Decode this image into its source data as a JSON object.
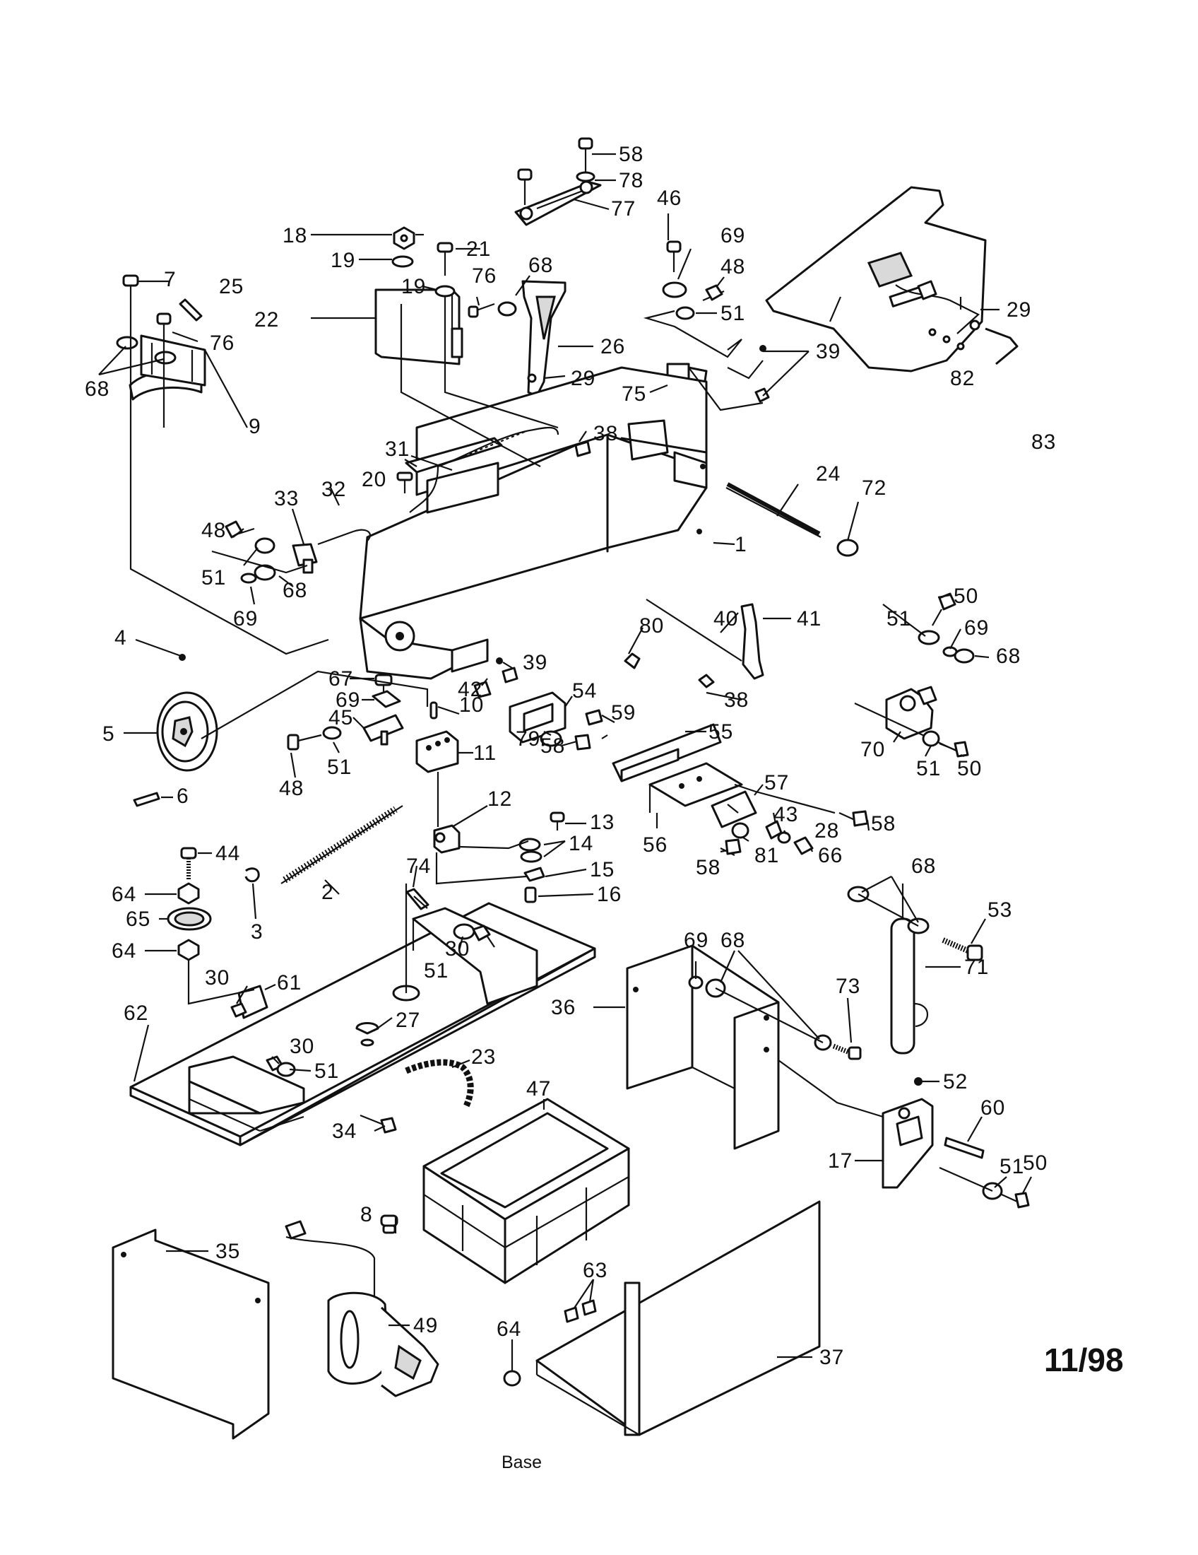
{
  "caption": "Base",
  "date_code": "11/98",
  "parts": [
    "1",
    "2",
    "3",
    "4",
    "5",
    "6",
    "7",
    "8",
    "9",
    "10",
    "11",
    "12",
    "13",
    "14",
    "15",
    "16",
    "17",
    "18",
    "19",
    "20",
    "21",
    "22",
    "23",
    "24",
    "25",
    "26",
    "27",
    "28",
    "29",
    "30",
    "31",
    "32",
    "33",
    "34",
    "35",
    "36",
    "37",
    "38",
    "39",
    "40",
    "41",
    "42",
    "43",
    "44",
    "45",
    "46",
    "47",
    "48",
    "49",
    "50",
    "51",
    "52",
    "53",
    "54",
    "55",
    "56",
    "57",
    "58",
    "59",
    "60",
    "61",
    "62",
    "63",
    "64",
    "65",
    "66",
    "67",
    "68",
    "69",
    "70",
    "71",
    "72",
    "73",
    "74",
    "75",
    "76",
    "77",
    "78",
    "79",
    "80",
    "81",
    "82",
    "83"
  ]
}
